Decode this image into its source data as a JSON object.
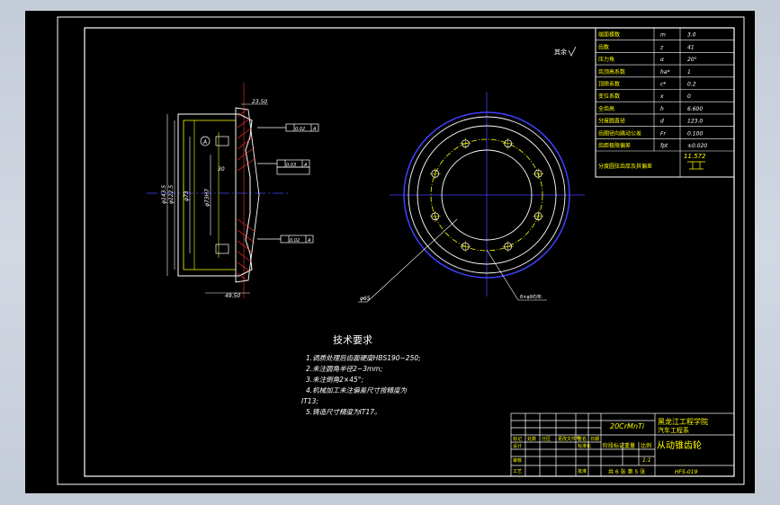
{
  "drawing": {
    "roughness_note": "其余",
    "params": [
      {
        "name": "端面模数",
        "sym": "m",
        "value": "3.0"
      },
      {
        "name": "齿数",
        "sym": "z",
        "value": "41"
      },
      {
        "name": "压力角",
        "sym": "α",
        "value": "20°"
      },
      {
        "name": "齿顶高系数",
        "sym": "ha*",
        "value": "1"
      },
      {
        "name": "顶隙系数",
        "sym": "c*",
        "value": "0.2"
      },
      {
        "name": "变位系数",
        "sym": "x",
        "value": "0"
      },
      {
        "name": "全齿高",
        "sym": "h",
        "value": "6.600"
      },
      {
        "name": "分度圆直径",
        "sym": "d",
        "value": "123.0"
      },
      {
        "name": "齿圈径向跳动公差",
        "sym": "Fr",
        "value": "0.100"
      },
      {
        "name": "齿距极限偏差",
        "sym": "fpt",
        "value": "±0.020"
      }
    ],
    "mating_gear_label": "分度圆弦齿厚及其偏差",
    "mating_gear_value": "11.572",
    "dims": {
      "top": "23.50",
      "bottom": "49.50",
      "d1": "φ143.5",
      "d2": "φ122.5",
      "d3": "φ73",
      "d4": "φ73H7",
      "fcf1": "0.02",
      "fcf2": "0.03",
      "fcf3": "0.02",
      "datum": "A",
      "ref30": "30",
      "dia65": "φ65",
      "holes": "8×φ9均布"
    },
    "tech_title": "技术要求",
    "tech_lines": [
      "1.调质处理后齿面硬度HBS190~250;",
      "2.未注圆角半径2~3mm;",
      "3.未注倒角2×45°;",
      "4.机械加工未注偏差尺寸按精度为",
      "IT13;",
      "5.铸造尺寸精度为IT17。"
    ],
    "title_block": {
      "material": "20CrMnTi",
      "school": "黑龙江工程学院",
      "dept": "汽车工程系",
      "part_name": "从动锥齿轮",
      "drawing_no": "HFS-019",
      "scale_label": "比例",
      "scale": "1:1",
      "mark_label": "阶段标记",
      "weight_label": "重量",
      "sheets": "共 6 张  第 5 张",
      "row1": [
        "标记",
        "处数",
        "分区",
        "更改文件号",
        "签名",
        "日期"
      ],
      "row2": [
        "设计",
        "",
        "标准化"
      ],
      "row3": [
        "审核"
      ],
      "row4": [
        "工艺",
        "",
        "批准"
      ]
    }
  }
}
